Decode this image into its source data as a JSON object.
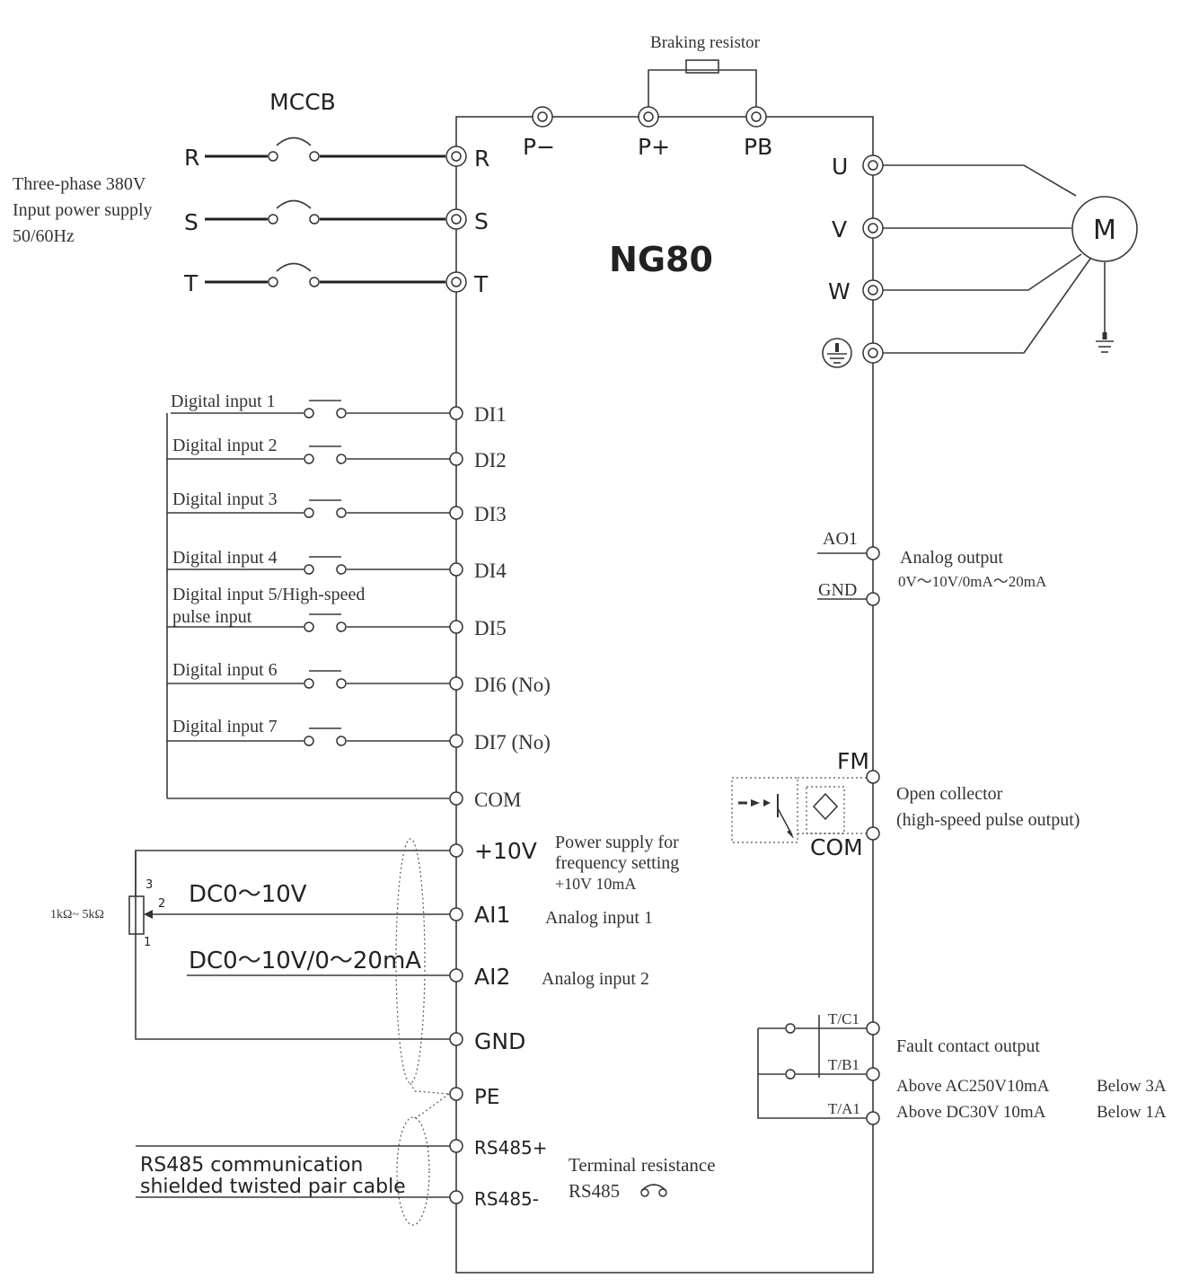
{
  "title": "NG80",
  "braking_resistor": "Braking resistor",
  "mccb": "MCCB",
  "power_supply": [
    "Three-phase 380V",
    "Input power supply",
    "50/60Hz"
  ],
  "input_lines": [
    "R",
    "S",
    "T"
  ],
  "input_terminals": [
    "R",
    "S",
    "T"
  ],
  "dc_terminals": [
    "P−",
    "P+",
    "PB"
  ],
  "output_terminals": [
    "U",
    "V",
    "W"
  ],
  "motor": "M",
  "digital_inputs": [
    {
      "label": "Digital input  1",
      "terminal": "DI1"
    },
    {
      "label": "Digital input  2",
      "terminal": "DI2"
    },
    {
      "label": "Digital input  3",
      "terminal": "DI3"
    },
    {
      "label": "Digital input  4",
      "terminal": "DI4"
    },
    {
      "label": "Digital input  5/High-speed",
      "label2": "pulse input",
      "terminal": "DI5"
    },
    {
      "label": "Digital input  6",
      "terminal": "DI6 (No)"
    },
    {
      "label": "Digital input  7",
      "terminal": "DI7 (No)"
    }
  ],
  "com": "COM",
  "plus10v": "+10V",
  "power_freq": [
    "Power supply for",
    "frequency setting",
    "+10V 10mA"
  ],
  "pot_range": "1kΩ~ 5kΩ",
  "pot_pins": [
    "3",
    "2",
    "1"
  ],
  "ai1": "AI1",
  "ai1_range": "DC0～10V",
  "ai1_desc": "Analog input 1",
  "ai2": "AI2",
  "ai2_range": "DC0～10V/0～20mA",
  "ai2_desc": "Analog input 2",
  "gnd": "GND",
  "pe": "PE",
  "rs485p": "RS485+",
  "rs485n": "RS485-",
  "rs485_cable": [
    "RS485 communication",
    "shielded twisted pair cable"
  ],
  "terminal_resistance": [
    "Terminal resistance",
    "RS485"
  ],
  "ao1": "AO1",
  "ao_gnd": "GND",
  "analog_output": [
    "Analog output",
    "0V～10V/0mA～20mA"
  ],
  "fm": "FM",
  "fm_com": "COM",
  "open_collector": [
    "Open collector",
    "(high-speed pulse output)"
  ],
  "relay_terminals": [
    "T/C1",
    "T/B1",
    "T/A1"
  ],
  "fault_output": "Fault contact output",
  "fault_ratings": [
    [
      "Above AC250V10mA",
      "Below 3A"
    ],
    [
      "Above DC30V 10mA",
      "Below 1A"
    ]
  ]
}
